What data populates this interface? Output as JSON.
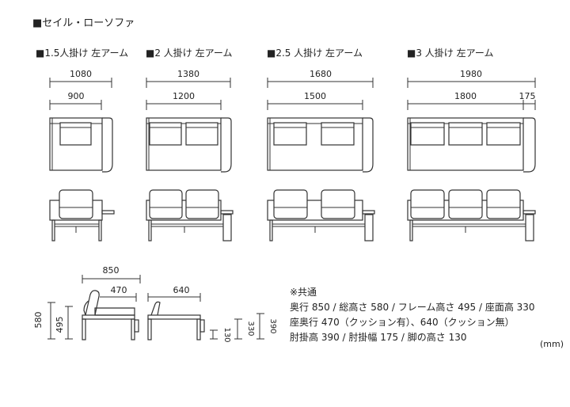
{
  "title": "■セイル・ローソファ",
  "models": [
    {
      "label": "■1.5人掛け 左アーム",
      "overall": "1080",
      "inner": "900",
      "arm": ""
    },
    {
      "label": "■2 人掛け 左アーム",
      "overall": "1380",
      "inner": "1200",
      "arm": ""
    },
    {
      "label": "■2.5 人掛け 左アーム",
      "overall": "1680",
      "inner": "1500",
      "arm": ""
    },
    {
      "label": "■3 人掛け 左アーム",
      "overall": "1980",
      "inner": "1800",
      "arm": "175"
    }
  ],
  "side": {
    "depth": "850",
    "seat_depth_cushion": "470",
    "seat_depth_no_cushion": "640",
    "total_height": "580",
    "frame_height": "495",
    "leg_height": "130",
    "seat_height": "330",
    "arm_height": "390"
  },
  "notes": {
    "heading": "※共通",
    "line1": "奥行 850 / 総高さ 580 / フレーム高さ 495 / 座面高 330",
    "line2": "座奥行 470（クッション有）、640（クッション無）",
    "line3": "肘掛高 390 / 肘掛幅 175 / 脚の高さ 130"
  },
  "unit": "(mm)"
}
